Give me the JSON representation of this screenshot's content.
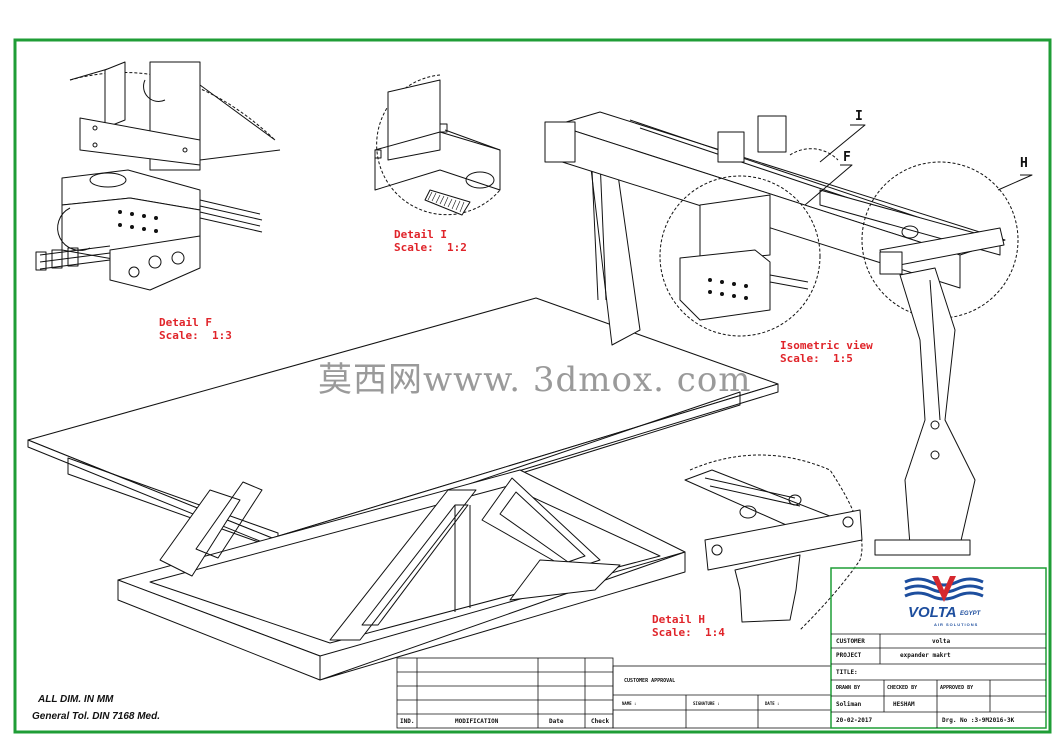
{
  "colors": {
    "frame": "#1f9d36",
    "label": "#e0242a",
    "line": "#111111",
    "logo_blue": "#1d4e9e",
    "logo_red": "#d6282e"
  },
  "labels": {
    "detail_f": {
      "title": "Detail F",
      "scale": "Scale:  1:3"
    },
    "detail_i": {
      "title": "Detail I",
      "scale": "Scale:  1:2"
    },
    "detail_h": {
      "title": "Detail H",
      "scale": "Scale:  1:4"
    },
    "isometric": {
      "title": "Isometric view",
      "scale": "Scale:  1:5"
    }
  },
  "callouts": {
    "i": "I",
    "f": "F",
    "h": "H"
  },
  "watermark": "莫西网www. 3dmox. com",
  "notes": {
    "dims": "ALL DIM. IN MM",
    "tolerance": "General Tol. DIN 7168 Med."
  },
  "revision_table": {
    "ind": "IND.",
    "modification": "MODIFICATION",
    "date": "Date",
    "check": "Check"
  },
  "approval": {
    "title": "CUSTOMER APPROVAL",
    "name": "NAME :",
    "signature": "SIGNATURE :",
    "date": "DATE :"
  },
  "title_block": {
    "logo": "VOLTA",
    "logo_suffix": "EGYPT",
    "logo_tagline": "AIR SOLUTIONS",
    "customer_label": "CUSTOMER",
    "customer_value": "volta",
    "project_label": "PROJECT",
    "project_value": "expander makrt",
    "title_label": "TITLE:",
    "drawn_by_label": "DRAWN BY",
    "checked_by_label": "CHECKED BY",
    "approved_by_label": "APPROVED BY",
    "drawn_by": "Soliman",
    "checked_by": "HESHAM",
    "date": "20-02-2017",
    "dwg_no": "Drg. No :3-9M2016-3K"
  }
}
